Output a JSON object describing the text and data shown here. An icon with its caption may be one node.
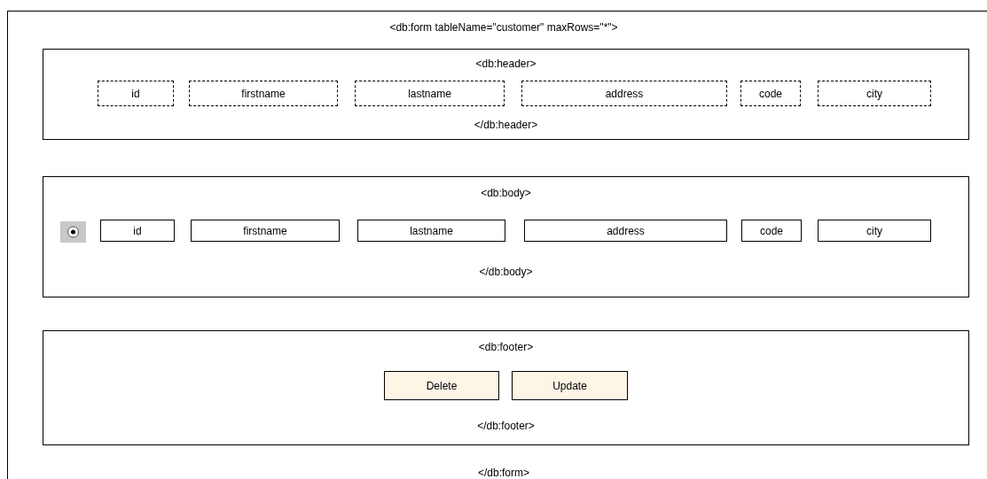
{
  "diagram": {
    "nodes": [
      {
        "text": [
          "<db:form tableName=\"customer\" maxRows=\"*\">",
          "</db:form>"
        ]
      },
      {
        "text": [
          "<db:header>",
          "</db:header>"
        ],
        "in": 0
      },
      {
        "text": [
          "id"
        ],
        "in": 1
      },
      {
        "text": [
          "firstname"
        ],
        "in": 1
      },
      {
        "text": [
          "lastname"
        ],
        "in": 1
      },
      {
        "text": [
          "address"
        ],
        "in": 1
      },
      {
        "text": [
          "code"
        ],
        "in": 1
      },
      {
        "text": [
          "city"
        ],
        "in": 1
      },
      {
        "text": [
          "<db:body>",
          "</db:body>"
        ],
        "in": 0
      },
      {
        "text": [],
        "shape": "circle",
        "in": 8
      },
      {
        "text": [
          "id"
        ],
        "in": 8
      },
      {
        "text": [
          "firstname"
        ],
        "in": 8
      },
      {
        "text": [
          "lastname"
        ],
        "in": 8
      },
      {
        "text": [
          "address"
        ],
        "in": 8
      },
      {
        "text": [
          "code"
        ],
        "in": 8
      },
      {
        "text": [
          "city"
        ],
        "in": 8
      },
      {
        "text": [
          "<db:footer>",
          "</db:footer>"
        ],
        "in": 0
      },
      {
        "text": [
          "Delete"
        ],
        "in": 16
      },
      {
        "text": [
          "Update"
        ],
        "in": 16
      }
    ]
  }
}
